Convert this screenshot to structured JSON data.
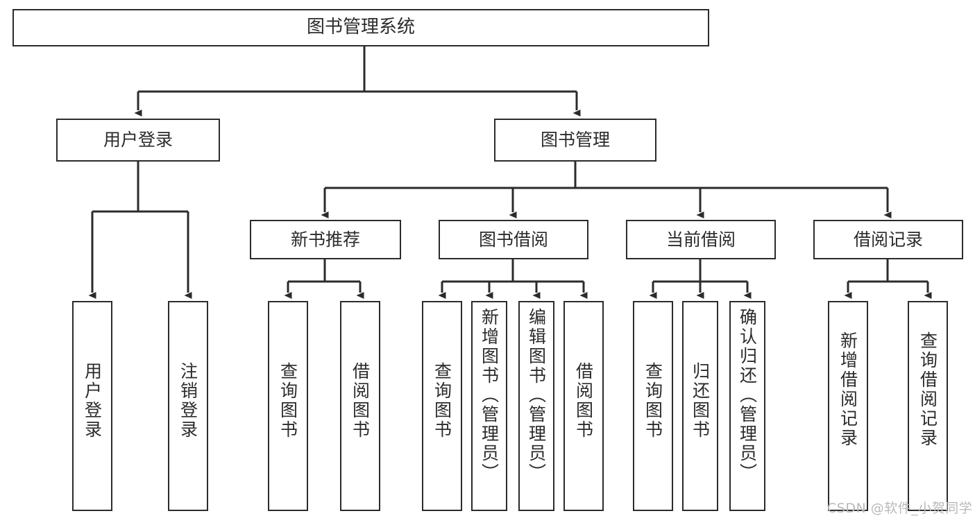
{
  "diagram": {
    "title": "图书管理系统",
    "type": "hierarchy-tree",
    "watermark": "CSDN @软件_小贺同学",
    "colors": {
      "box_border": "#2b2b2b",
      "box_fill": "#ffffff",
      "edge": "#2b2b2b",
      "text": "#2b2b2b",
      "watermark": "#b9b9b9",
      "background": "#ffffff"
    },
    "nodes": {
      "root": {
        "label": "图书管理系统",
        "orientation": "horizontal",
        "level": 1
      },
      "l2": [
        {
          "id": "user-login",
          "label": "用户登录",
          "orientation": "horizontal",
          "level": 2
        },
        {
          "id": "book-manage",
          "label": "图书管理",
          "orientation": "horizontal",
          "level": 2
        }
      ],
      "l3": [
        {
          "id": "new-book-recommend",
          "label": "新书推荐",
          "orientation": "horizontal",
          "level": 3,
          "parent": "book-manage"
        },
        {
          "id": "book-borrow",
          "label": "图书借阅",
          "orientation": "horizontal",
          "level": 3,
          "parent": "book-manage"
        },
        {
          "id": "current-borrow",
          "label": "当前借阅",
          "orientation": "horizontal",
          "level": 3,
          "parent": "book-manage"
        },
        {
          "id": "borrow-record",
          "label": "借阅记录",
          "orientation": "horizontal",
          "level": 3,
          "parent": "book-manage"
        }
      ],
      "leaves": [
        {
          "id": "leaf-user-login",
          "label": "用户登录",
          "orientation": "vertical",
          "parent": "user-login"
        },
        {
          "id": "leaf-logout",
          "label": "注销登录",
          "orientation": "vertical",
          "parent": "user-login"
        },
        {
          "id": "leaf-query-book-1",
          "label": "查询图书",
          "orientation": "vertical",
          "parent": "new-book-recommend"
        },
        {
          "id": "leaf-borrow-book-1",
          "label": "借阅图书",
          "orientation": "vertical",
          "parent": "new-book-recommend"
        },
        {
          "id": "leaf-query-book-2",
          "label": "查询图书",
          "orientation": "vertical",
          "parent": "book-borrow"
        },
        {
          "id": "leaf-add-book",
          "label": "新增图书（管理员）",
          "orientation": "vertical",
          "parent": "book-borrow"
        },
        {
          "id": "leaf-edit-book",
          "label": "编辑图书（管理员）",
          "orientation": "vertical",
          "parent": "book-borrow"
        },
        {
          "id": "leaf-borrow-book-2",
          "label": "借阅图书",
          "orientation": "vertical",
          "parent": "book-borrow"
        },
        {
          "id": "leaf-query-book-3",
          "label": "查询图书",
          "orientation": "vertical",
          "parent": "current-borrow"
        },
        {
          "id": "leaf-return-book",
          "label": "归还图书",
          "orientation": "vertical",
          "parent": "current-borrow"
        },
        {
          "id": "leaf-confirm-return",
          "label": "确认归还（管理员）",
          "orientation": "vertical",
          "parent": "current-borrow"
        },
        {
          "id": "leaf-add-record",
          "label": "新增借阅记录",
          "orientation": "vertical",
          "parent": "borrow-record"
        },
        {
          "id": "leaf-query-record",
          "label": "查询借阅记录",
          "orientation": "vertical",
          "parent": "borrow-record"
        }
      ]
    }
  }
}
